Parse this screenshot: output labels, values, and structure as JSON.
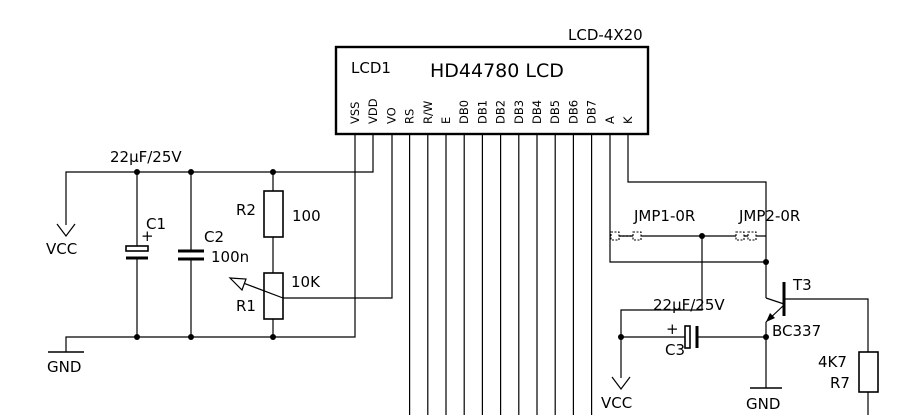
{
  "lcd": {
    "type_label": "LCD-4X20",
    "ref": "LCD1",
    "name": "HD44780 LCD",
    "pins": [
      "VSS",
      "VDD",
      "VO",
      "RS",
      "R/W",
      "E",
      "DB0",
      "DB1",
      "DB2",
      "DB3",
      "DB4",
      "DB5",
      "DB6",
      "DB7",
      "A",
      "K"
    ]
  },
  "power": {
    "vcc_left": "VCC",
    "gnd_left": "GND",
    "vcc_right": "VCC",
    "gnd_right": "GND"
  },
  "components": {
    "c1": {
      "ref": "C1",
      "value": "22µF/25V",
      "polarity": "+"
    },
    "c2": {
      "ref": "C2",
      "value": "100n"
    },
    "r2": {
      "ref": "R2",
      "value": "100"
    },
    "r1": {
      "ref": "R1",
      "value": "10K"
    },
    "jmp1": {
      "ref": "JMP1-0R"
    },
    "jmp2": {
      "ref": "JMP2-0R"
    },
    "c3": {
      "ref": "C3",
      "value": "22µF/25V",
      "polarity": "+"
    },
    "t3": {
      "ref": "T3",
      "value": "BC337"
    },
    "r7": {
      "ref": "R7",
      "value": "4K7"
    }
  }
}
